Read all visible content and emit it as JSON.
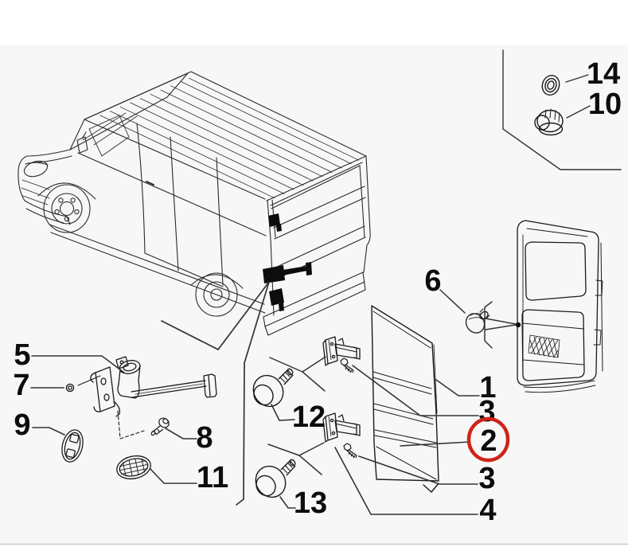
{
  "diagram": {
    "type": "exploded-parts-diagram",
    "subject": "van rear door hinge and check-strap hardware",
    "colors": {
      "background": "#ffffff",
      "panel_background": "#f7f7f7",
      "line": "#1a1a1a",
      "leader": "#333333",
      "label": "#0d0d0d",
      "highlight": "#cf2318"
    },
    "highlight": {
      "label": "2",
      "shape": "ellipse-outline"
    },
    "callouts": [
      {
        "label": "14",
        "part": "washer"
      },
      {
        "label": "10",
        "part": "plug-nut"
      },
      {
        "label": "6",
        "part": "grommet"
      },
      {
        "label": "1",
        "part": "rear-door-panel"
      },
      {
        "label": "3",
        "part": "hinge-screw-upper"
      },
      {
        "label": "2",
        "part": "lower-door-panel"
      },
      {
        "label": "3",
        "part": "hinge-screw-lower"
      },
      {
        "label": "4",
        "part": "lower-hinge"
      },
      {
        "label": "5",
        "part": "door-check-strap"
      },
      {
        "label": "7",
        "part": "nut"
      },
      {
        "label": "9",
        "part": "gasket"
      },
      {
        "label": "8",
        "part": "bolt"
      },
      {
        "label": "11",
        "part": "gasket-plate"
      },
      {
        "label": "12",
        "part": "upper-hinge-bolt"
      },
      {
        "label": "13",
        "part": "lower-hinge-bolt"
      }
    ]
  }
}
